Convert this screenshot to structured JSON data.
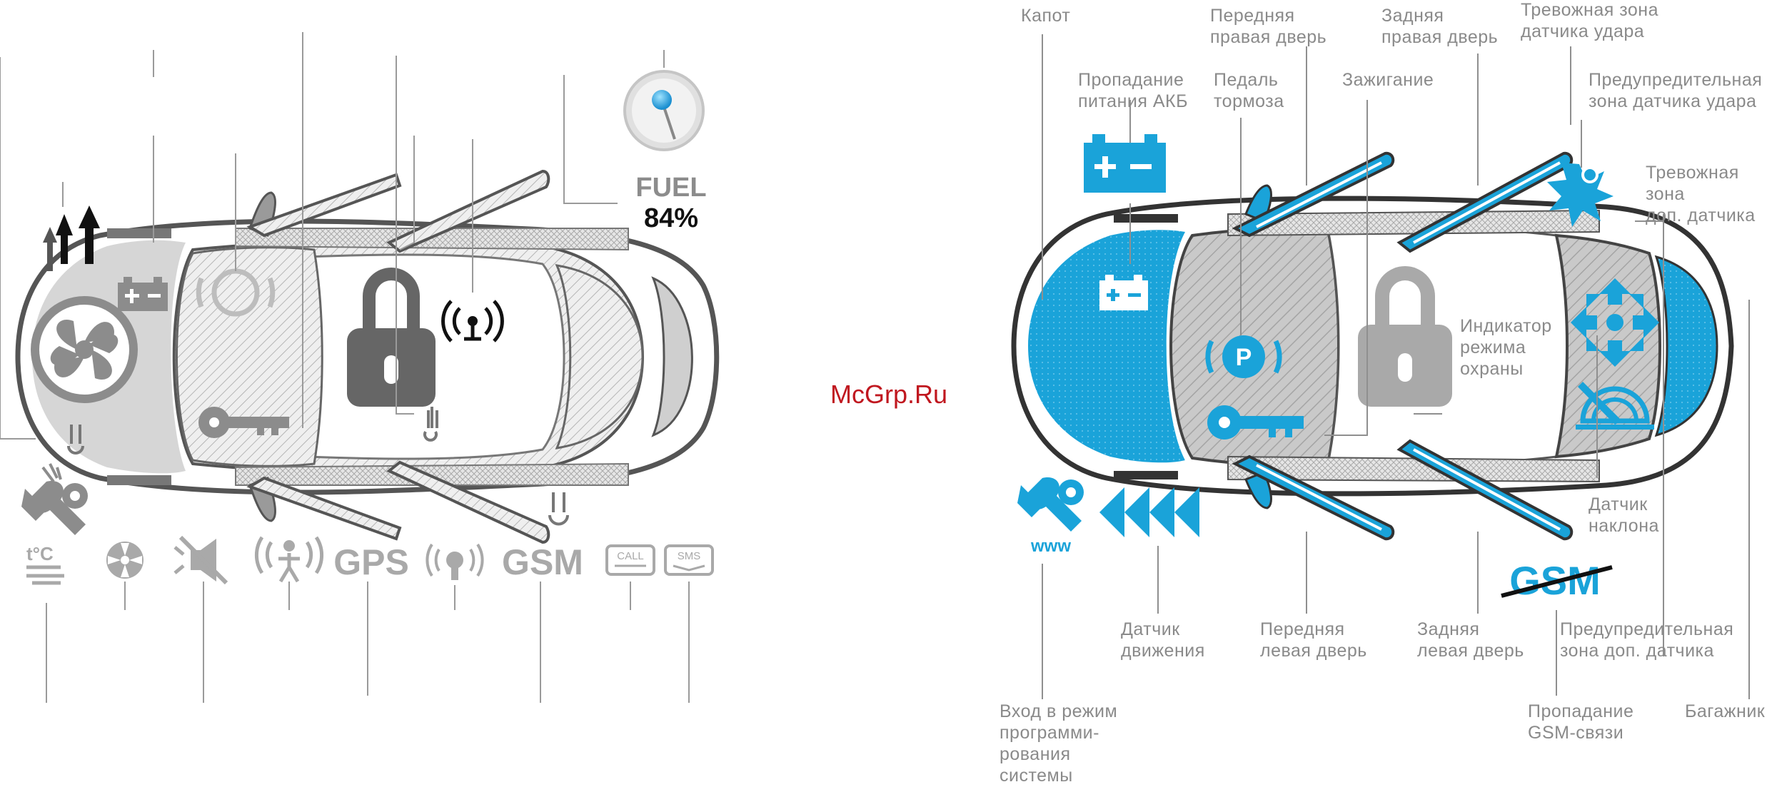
{
  "fuel": {
    "label": "FUEL",
    "value": "84%"
  },
  "bottom_icons_left": {
    "gps": "GPS",
    "gsm": "GSM",
    "call": "CALL",
    "sms": "SMS"
  },
  "watermark": "McGrp.Ru",
  "right_labels": {
    "hood": "Капот",
    "front_right_door": [
      "Передняя",
      "правая дверь"
    ],
    "rear_right_door": [
      "Задняя",
      "правая дверь"
    ],
    "shock_alarm_zone": [
      "Тревожная зона",
      "датчика удара"
    ],
    "battery_loss": [
      "Пропадание",
      "питания АКБ"
    ],
    "brake_pedal": [
      "Педаль",
      "тормоза"
    ],
    "ignition": "Зажигание",
    "shock_warning_zone": [
      "Предупредительная",
      "зона датчика удара"
    ],
    "extra_alarm_zone": [
      "Тревожная",
      "зона",
      "доп. датчика"
    ],
    "security_indicator": [
      "Индикатор",
      "режима",
      "охраны"
    ],
    "tilt_sensor": [
      "Датчик",
      "наклона"
    ],
    "motion_sensor": [
      "Датчик",
      "движения"
    ],
    "front_left_door": [
      "Передняя",
      "левая дверь"
    ],
    "rear_left_door": [
      "Задняя",
      "левая дверь"
    ],
    "extra_warning_zone": [
      "Предупредительная",
      "зона доп. датчика"
    ],
    "program_mode": [
      "Вход в режим",
      "программи-",
      "рования",
      "системы"
    ],
    "gsm_loss": [
      "Пропадание",
      "GSM-связи"
    ],
    "trunk": "Багажник"
  },
  "icons": {
    "left": [
      "fan-icon",
      "battery-icon",
      "brake-icon",
      "key-icon",
      "lock-icon",
      "antenna-icon",
      "thermometer-icon",
      "service-wrench-icon",
      "temperature-icon",
      "mute-icon",
      "motion-icon",
      "gps-icon",
      "vibration-icon",
      "gsm-icon",
      "call-icon",
      "sms-icon",
      "fuel-pin-icon"
    ],
    "right": [
      "battery-icon",
      "brake-icon",
      "key-icon",
      "lock-icon",
      "shock-alarm-icon",
      "direction-icon",
      "tilt-icon",
      "service-wrench-icon",
      "motion-arrows-icon",
      "gsm-crossed-icon"
    ]
  },
  "colors": {
    "accent_blue": "#1aa3d9",
    "icon_grey": "#8c8c8c",
    "watermark_red": "#c0171f",
    "fuel_text": "#111111"
  }
}
